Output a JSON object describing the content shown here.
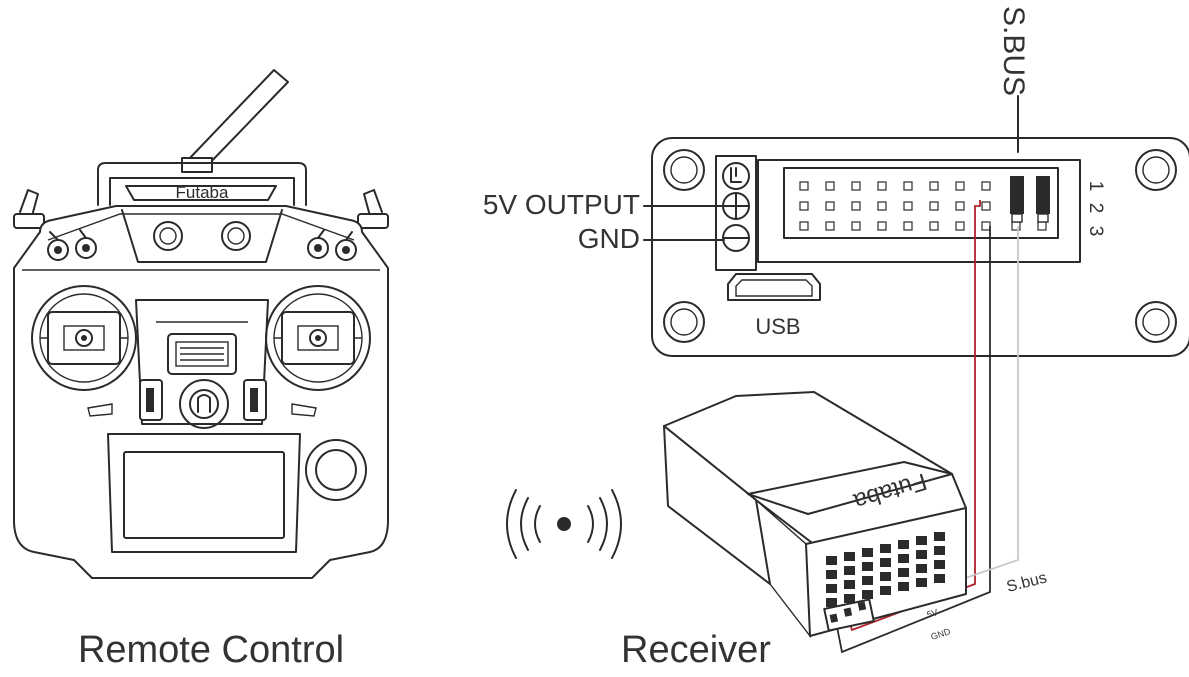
{
  "remote": {
    "brand": "Futaba",
    "caption": "Remote Control"
  },
  "board": {
    "sbus_label": "S.BUS",
    "output_label": "5V OUTPUT",
    "gnd_label": "GND",
    "usb_label": "USB",
    "row_labels": [
      "1",
      "2",
      "3"
    ]
  },
  "receiver": {
    "brand": "Futaba",
    "caption": "Receiver",
    "sbus_wire_label": "S.bus",
    "v5_wire_label": "5V",
    "gnd_wire_label": "GND"
  },
  "colors": {
    "line": "#2b2b2b",
    "wire_5v": "#b0202a",
    "wire_sbus": "#c8c8c8",
    "wire_gnd": "#2b2b2b"
  },
  "icons": {
    "signal": "wireless-signal-icon"
  }
}
